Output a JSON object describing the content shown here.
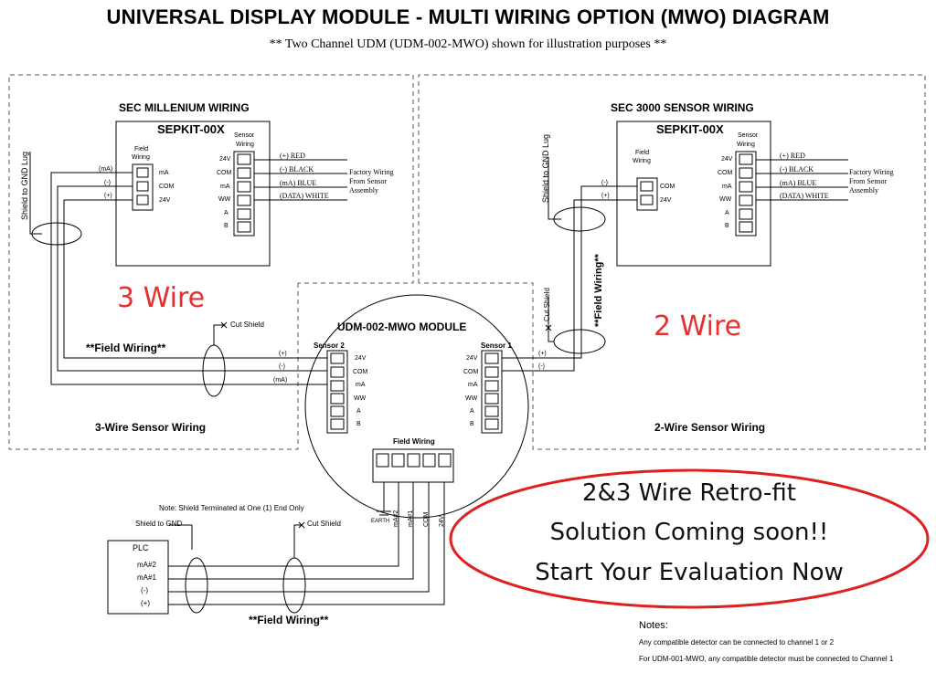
{
  "title": "UNIVERSAL DISPLAY MODULE - MULTI WIRING OPTION (MWO) DIAGRAM",
  "subtitle": "** Two Channel UDM (UDM-002-MWO) shown for illustration purposes **",
  "left_panel": {
    "header": "SEC MILLENIUM WIRING",
    "kit": "SEPKIT-00X",
    "field_wiring_label": [
      "Field",
      "Wiring"
    ],
    "sensor_wiring_label": [
      "Sensor",
      "Wiring"
    ],
    "field_terms": [
      "mA",
      "COM",
      "24V"
    ],
    "field_wires": [
      "(mA)",
      "(-)",
      "(+)"
    ],
    "sensor_terms": [
      "24V",
      "COM",
      "mA",
      "WW",
      "A",
      "B"
    ],
    "sensor_wires": [
      "(+) RED",
      "(-) BLACK",
      "(mA) BLUE",
      "(DATA) WHITE"
    ],
    "assembly_note": [
      "Factory Wiring",
      "From Sensor",
      "Assembly"
    ],
    "shield_label": "Shield to GND Lug",
    "wire_count": "3 Wire",
    "footer": "3-Wire Sensor Wiring"
  },
  "right_panel": {
    "header": "SEC 3000 SENSOR WIRING",
    "kit": "SEPKIT-00X",
    "field_wiring_label": [
      "Field",
      "Wiring"
    ],
    "sensor_wiring_label": [
      "Sensor",
      "Wiring"
    ],
    "field_terms": [
      "COM",
      "24V"
    ],
    "field_wires": [
      "(-)",
      "(+)"
    ],
    "sensor_terms": [
      "24V",
      "COM",
      "mA",
      "WW",
      "A",
      "B"
    ],
    "sensor_wires": [
      "(+) RED",
      "(-) BLACK",
      "(mA) BLUE",
      "(DATA) WHITE"
    ],
    "assembly_note": [
      "Factory Wiring",
      "From Sensor",
      "Assembly"
    ],
    "shield_label": "Shield to GND Lug",
    "wire_count": "2 Wire",
    "footer": "2-Wire Sensor Wiring"
  },
  "module": {
    "title": "UDM-002-MWO MODULE",
    "sensor2": "Sensor 2",
    "sensor1": "Sensor 1",
    "terms": [
      "24V",
      "COM",
      "mA",
      "WW",
      "A",
      "B"
    ],
    "left_wires": [
      "(+)",
      "(-)",
      "(mA)"
    ],
    "right_wires": [
      "(+)",
      "(-)"
    ],
    "field_wiring": "Field Wiring",
    "bottom_terms": [
      "EARTH",
      "mA#2",
      "mA#1",
      "COM",
      "24V"
    ]
  },
  "field_wiring_label": "**Field Wiring**",
  "field_wiring_vertical": "**Field Wiring**",
  "cut_shield": "Cut Shield",
  "plc": {
    "title": "PLC",
    "terms": [
      "mA#2",
      "mA#1",
      "(-)",
      "(+)"
    ],
    "shield_to_gnd": "Shield to GND",
    "note": "Note: Shield Terminated at One (1) End Only",
    "cut_shield": "Cut Shield",
    "field_wiring": "**Field Wiring**"
  },
  "callout": {
    "lines": [
      "2&3 Wire Retro-fit",
      "Solution Coming soon!!",
      "Start Your Evaluation Now"
    ],
    "ring_color": "#e02020"
  },
  "notes": {
    "heading": "Notes:",
    "items": [
      "Any compatible detector can be connected to channel 1 or 2",
      "For UDM-001-MWO, any compatible detector must be connected to Channel 1"
    ]
  },
  "colors": {
    "accent_red": "#e53030",
    "line": "#000000",
    "dash": "#555555"
  }
}
